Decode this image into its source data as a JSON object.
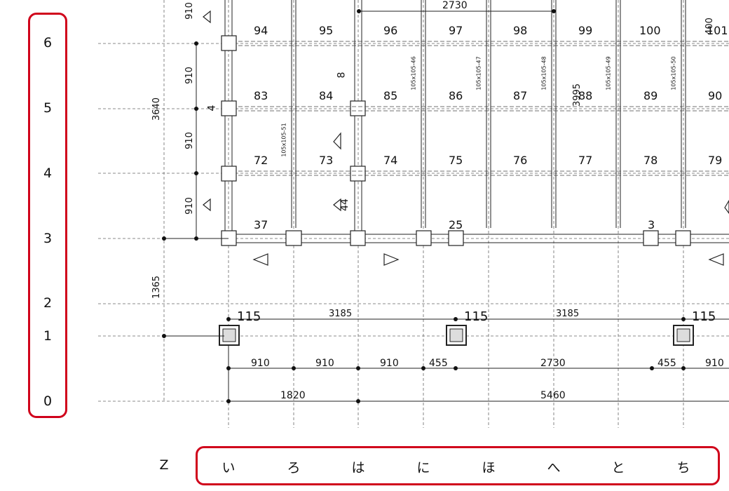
{
  "row_axis": {
    "labels": [
      "6",
      "5",
      "4",
      "3",
      "2",
      "1",
      "0"
    ]
  },
  "col_axis": {
    "origin": "Z",
    "labels": [
      "い",
      "ろ",
      "は",
      "に",
      "ほ",
      "へ",
      "と",
      "ち"
    ]
  },
  "room_numbers": {
    "row6": [
      "94",
      "95",
      "96",
      "97",
      "98",
      "99",
      "100",
      "101"
    ],
    "row5": [
      "83",
      "84",
      "85",
      "86",
      "87",
      "88",
      "89",
      "90"
    ],
    "row4": [
      "72",
      "73",
      "74",
      "75",
      "76",
      "77",
      "78",
      "79"
    ]
  },
  "wall_numbers": [
    "37",
    "25",
    "3",
    "4",
    "8",
    "44"
  ],
  "member_notes": [
    "105x105-46",
    "105x105-47",
    "105x105-48",
    "105x105-49",
    "105x105-50",
    "105x105-51"
  ],
  "dimensions": {
    "top": "2730",
    "left_vertical": [
      "910",
      "910",
      "910",
      "910"
    ],
    "left_total": "3640",
    "left_lower": "1365",
    "mid_vertical_1": "3995",
    "mid_vertical_2": "400",
    "foundation_heights": [
      "115",
      "115",
      "115"
    ],
    "foundation_spans": [
      "3185",
      "3185"
    ],
    "bottom_row1": [
      "910",
      "910",
      "910",
      "455",
      "2730",
      "455",
      "910"
    ],
    "bottom_row2": [
      "1820",
      "5460"
    ]
  },
  "colors": {
    "highlight": "#d0021b",
    "line": "#222222",
    "grid": "#666666"
  }
}
